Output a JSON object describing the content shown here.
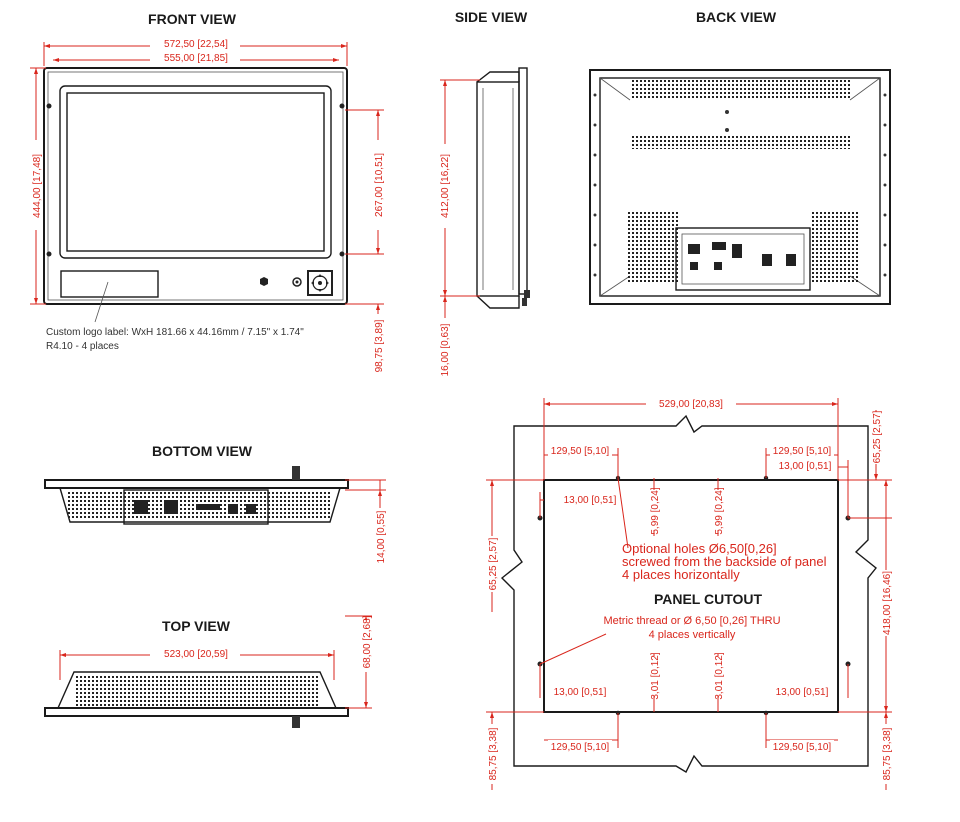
{
  "views": {
    "front": "FRONT VIEW",
    "side": "SIDE VIEW",
    "back": "BACK VIEW",
    "bottom": "BOTTOM VIEW",
    "top": "TOP VIEW",
    "cutout": "PANEL CUTOUT"
  },
  "front": {
    "width_outer": "572,50 [22,54]",
    "width_inner": "555,00 [21,85]",
    "height": "444,00 [17,48]",
    "hole_spacing": "267,00 [10,51]",
    "bottom_offset": "98,75 [3,89]",
    "logo_note_1": "Custom logo label: WxH 181.66 x 44.16mm / 7.15\" x 1.74\"",
    "logo_note_2": "R4.10 - 4 places"
  },
  "side": {
    "height": "412,00 [16,22]",
    "offset": "16,00 [0,63]"
  },
  "bottom": {
    "depth": "14,00 [0,55]"
  },
  "top": {
    "width": "523,00 [20,59]",
    "depth": "68,00 [2,68]"
  },
  "cutout": {
    "width": "529,00 [20,83]",
    "height": "418,00 [16,46]",
    "top_left_hole": "129,50 [5,10]",
    "top_right_hole": "129,50 [5,10]",
    "bottom_left_hole": "129,50 [5,10]",
    "bottom_right_hole": "129,50 [5,10]",
    "edge_offset_tr": "13,00 [0,51]",
    "edge_offset_tl": "13,00 [0,51]",
    "edge_offset_bl": "13,00 [0,51]",
    "edge_offset_br": "13,00 [0,51]",
    "top_margin": "65,25 [2,57]",
    "left_margin": "65,25 [2,57]",
    "bottom_left_margin": "85,75 [3,38]",
    "bottom_right_margin": "85,75 [3,38]",
    "hole_depth_1": "5,99 [0,24]",
    "hole_depth_2": "5,99 [0,24]",
    "hole_depth_3": "3,01 [0,12]",
    "hole_depth_4": "3,01 [0,12]",
    "optional_1": "Optional holes Ø6,50[0,26]",
    "optional_2": "screwed from the backside of panel",
    "optional_3": "4 places horizontally",
    "metric_1": "Metric thread or  Ø  6,50 [0,26]  THRU",
    "metric_2": "4 places vertically"
  },
  "colors": {
    "dimension": "#d9261c",
    "outline": "#1a1a1a"
  }
}
